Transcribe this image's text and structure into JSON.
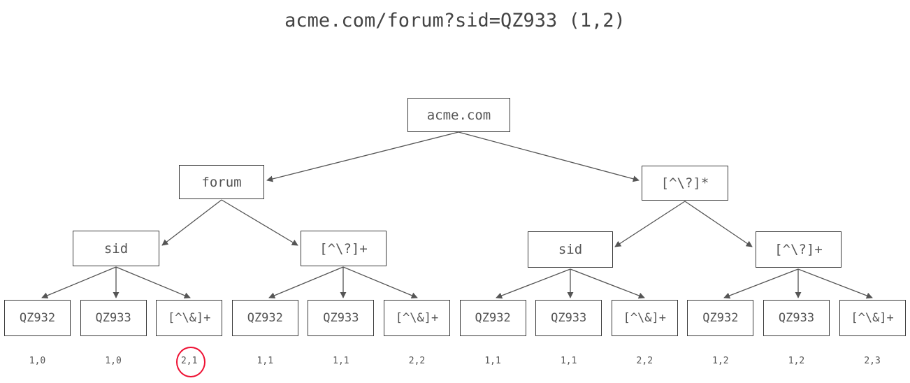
{
  "title": "acme.com/forum?sid=QZ933 (1,2)",
  "colors": {
    "node_border": "#3a3a3a",
    "node_text": "#555555",
    "edge": "#555555",
    "title_text": "#444444",
    "highlight": "#ee1133",
    "background": "#ffffff"
  },
  "tree": {
    "root": {
      "label": "acme.com"
    },
    "level1": [
      {
        "label": "forum"
      },
      {
        "label": "[^\\?]*"
      }
    ],
    "level2": [
      {
        "label": "sid"
      },
      {
        "label": "[^\\?]+"
      },
      {
        "label": "sid"
      },
      {
        "label": "[^\\?]+"
      }
    ],
    "leaves": [
      {
        "label": "QZ932",
        "annotation": "1,0",
        "highlighted": false
      },
      {
        "label": "QZ933",
        "annotation": "1,0",
        "highlighted": false
      },
      {
        "label": "[^\\&]+",
        "annotation": "2,1",
        "highlighted": true
      },
      {
        "label": "QZ932",
        "annotation": "1,1",
        "highlighted": false
      },
      {
        "label": "QZ933",
        "annotation": "1,1",
        "highlighted": false
      },
      {
        "label": "[^\\&]+",
        "annotation": "2,2",
        "highlighted": false
      },
      {
        "label": "QZ932",
        "annotation": "1,1",
        "highlighted": false
      },
      {
        "label": "QZ933",
        "annotation": "1,1",
        "highlighted": false
      },
      {
        "label": "[^\\&]+",
        "annotation": "2,2",
        "highlighted": false
      },
      {
        "label": "QZ932",
        "annotation": "1,2",
        "highlighted": false
      },
      {
        "label": "QZ933",
        "annotation": "1,2",
        "highlighted": false
      },
      {
        "label": "[^\\&]+",
        "annotation": "2,3",
        "highlighted": false
      }
    ]
  }
}
